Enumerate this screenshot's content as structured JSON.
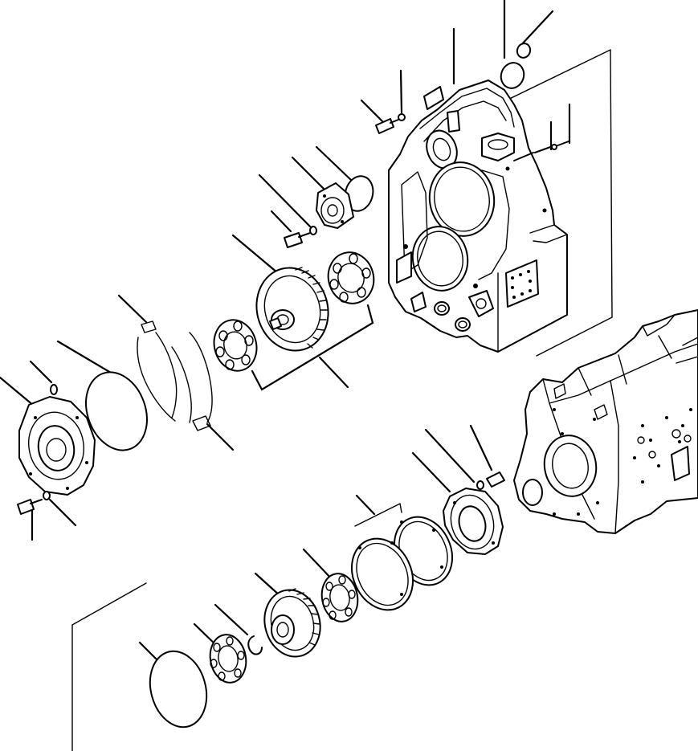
{
  "diagram": {
    "kind": "exploded parts view",
    "text_labels": [],
    "colors": {
      "line": "#000000",
      "background": "#ffffff"
    },
    "parts": [
      "cover-plate",
      "o-ring",
      "snap-ring",
      "shim-set-upper",
      "bearing-outer",
      "drive-gear",
      "bearing-inner",
      "seal-ring",
      "pump-adapter",
      "bolt",
      "washer",
      "gear-housing",
      "engine-block",
      "bearing-retainer",
      "gasket-lower",
      "bearing-lower",
      "gear-lower",
      "snap-ring-lower",
      "bearing-lower-outer",
      "o-ring-lower"
    ]
  }
}
